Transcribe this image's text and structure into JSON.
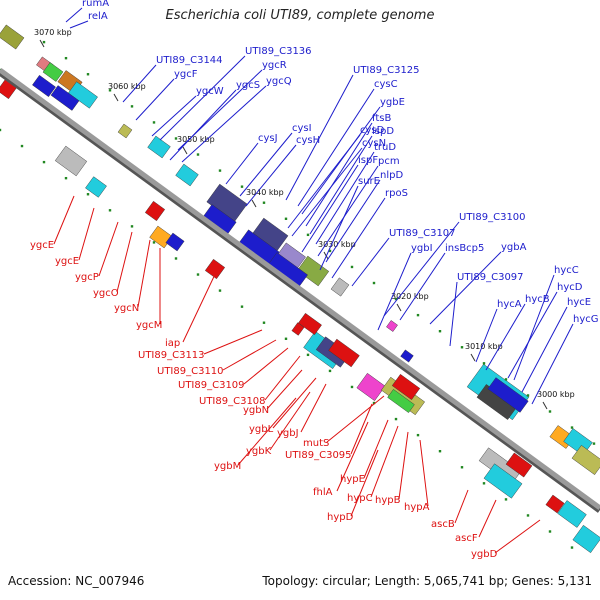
{
  "header": {
    "title": "Escherichia coli UTI89, complete genome"
  },
  "footer": {
    "accession": "Accession: NC_007946",
    "summary": "Topology: circular; Length: 5,065,741 bp; Genes: 5,131"
  },
  "colors": {
    "top_labels": "#1d1dcc",
    "bottom_labels": "#dd1111",
    "backbone": "#888888",
    "tick": "#228822"
  },
  "kbp_ticks": [
    "3070 kbp",
    "3060 kbp",
    "3050 kbp",
    "3040 kbp",
    "3030 kbp",
    "3020 kbp",
    "3010 kbp",
    "3000 kbp"
  ],
  "top_labels": [
    "rumA",
    "relA",
    "UTI89_C3144",
    "ygcF",
    "ygcW",
    "ygcS",
    "UTI89_C3136",
    "ygcR",
    "ygcQ",
    "UTI89_C3125",
    "cysC",
    "ygbE",
    "cysJ",
    "cysI",
    "cysH",
    "cysD",
    "cysN",
    "ftsB",
    "ispD",
    "truD",
    "ispF",
    "pcm",
    "nlpD",
    "surE",
    "rpoS",
    "UTI89_C3107",
    "UTI89_C3100",
    "ygbI",
    "insBcp5",
    "ygbA",
    "UTI89_C3097",
    "hycC",
    "hycA",
    "hycB",
    "hycD",
    "hycE",
    "hycG"
  ],
  "bottom_labels": [
    "ygcE",
    "ygcE",
    "ygcP",
    "ygcO",
    "ygcN",
    "ygcM",
    "iap",
    "UTI89_C3113",
    "UTI89_C3110",
    "UTI89_C3109",
    "UTI89_C3108",
    "ygbN",
    "ygbL",
    "ygbJ",
    "ygbK",
    "ygbM",
    "mutS",
    "UTI89_C3095",
    "hypE",
    "fhlA",
    "hypC",
    "hypB",
    "hypA",
    "hypD",
    "ascB",
    "ascF",
    "ygbD"
  ]
}
